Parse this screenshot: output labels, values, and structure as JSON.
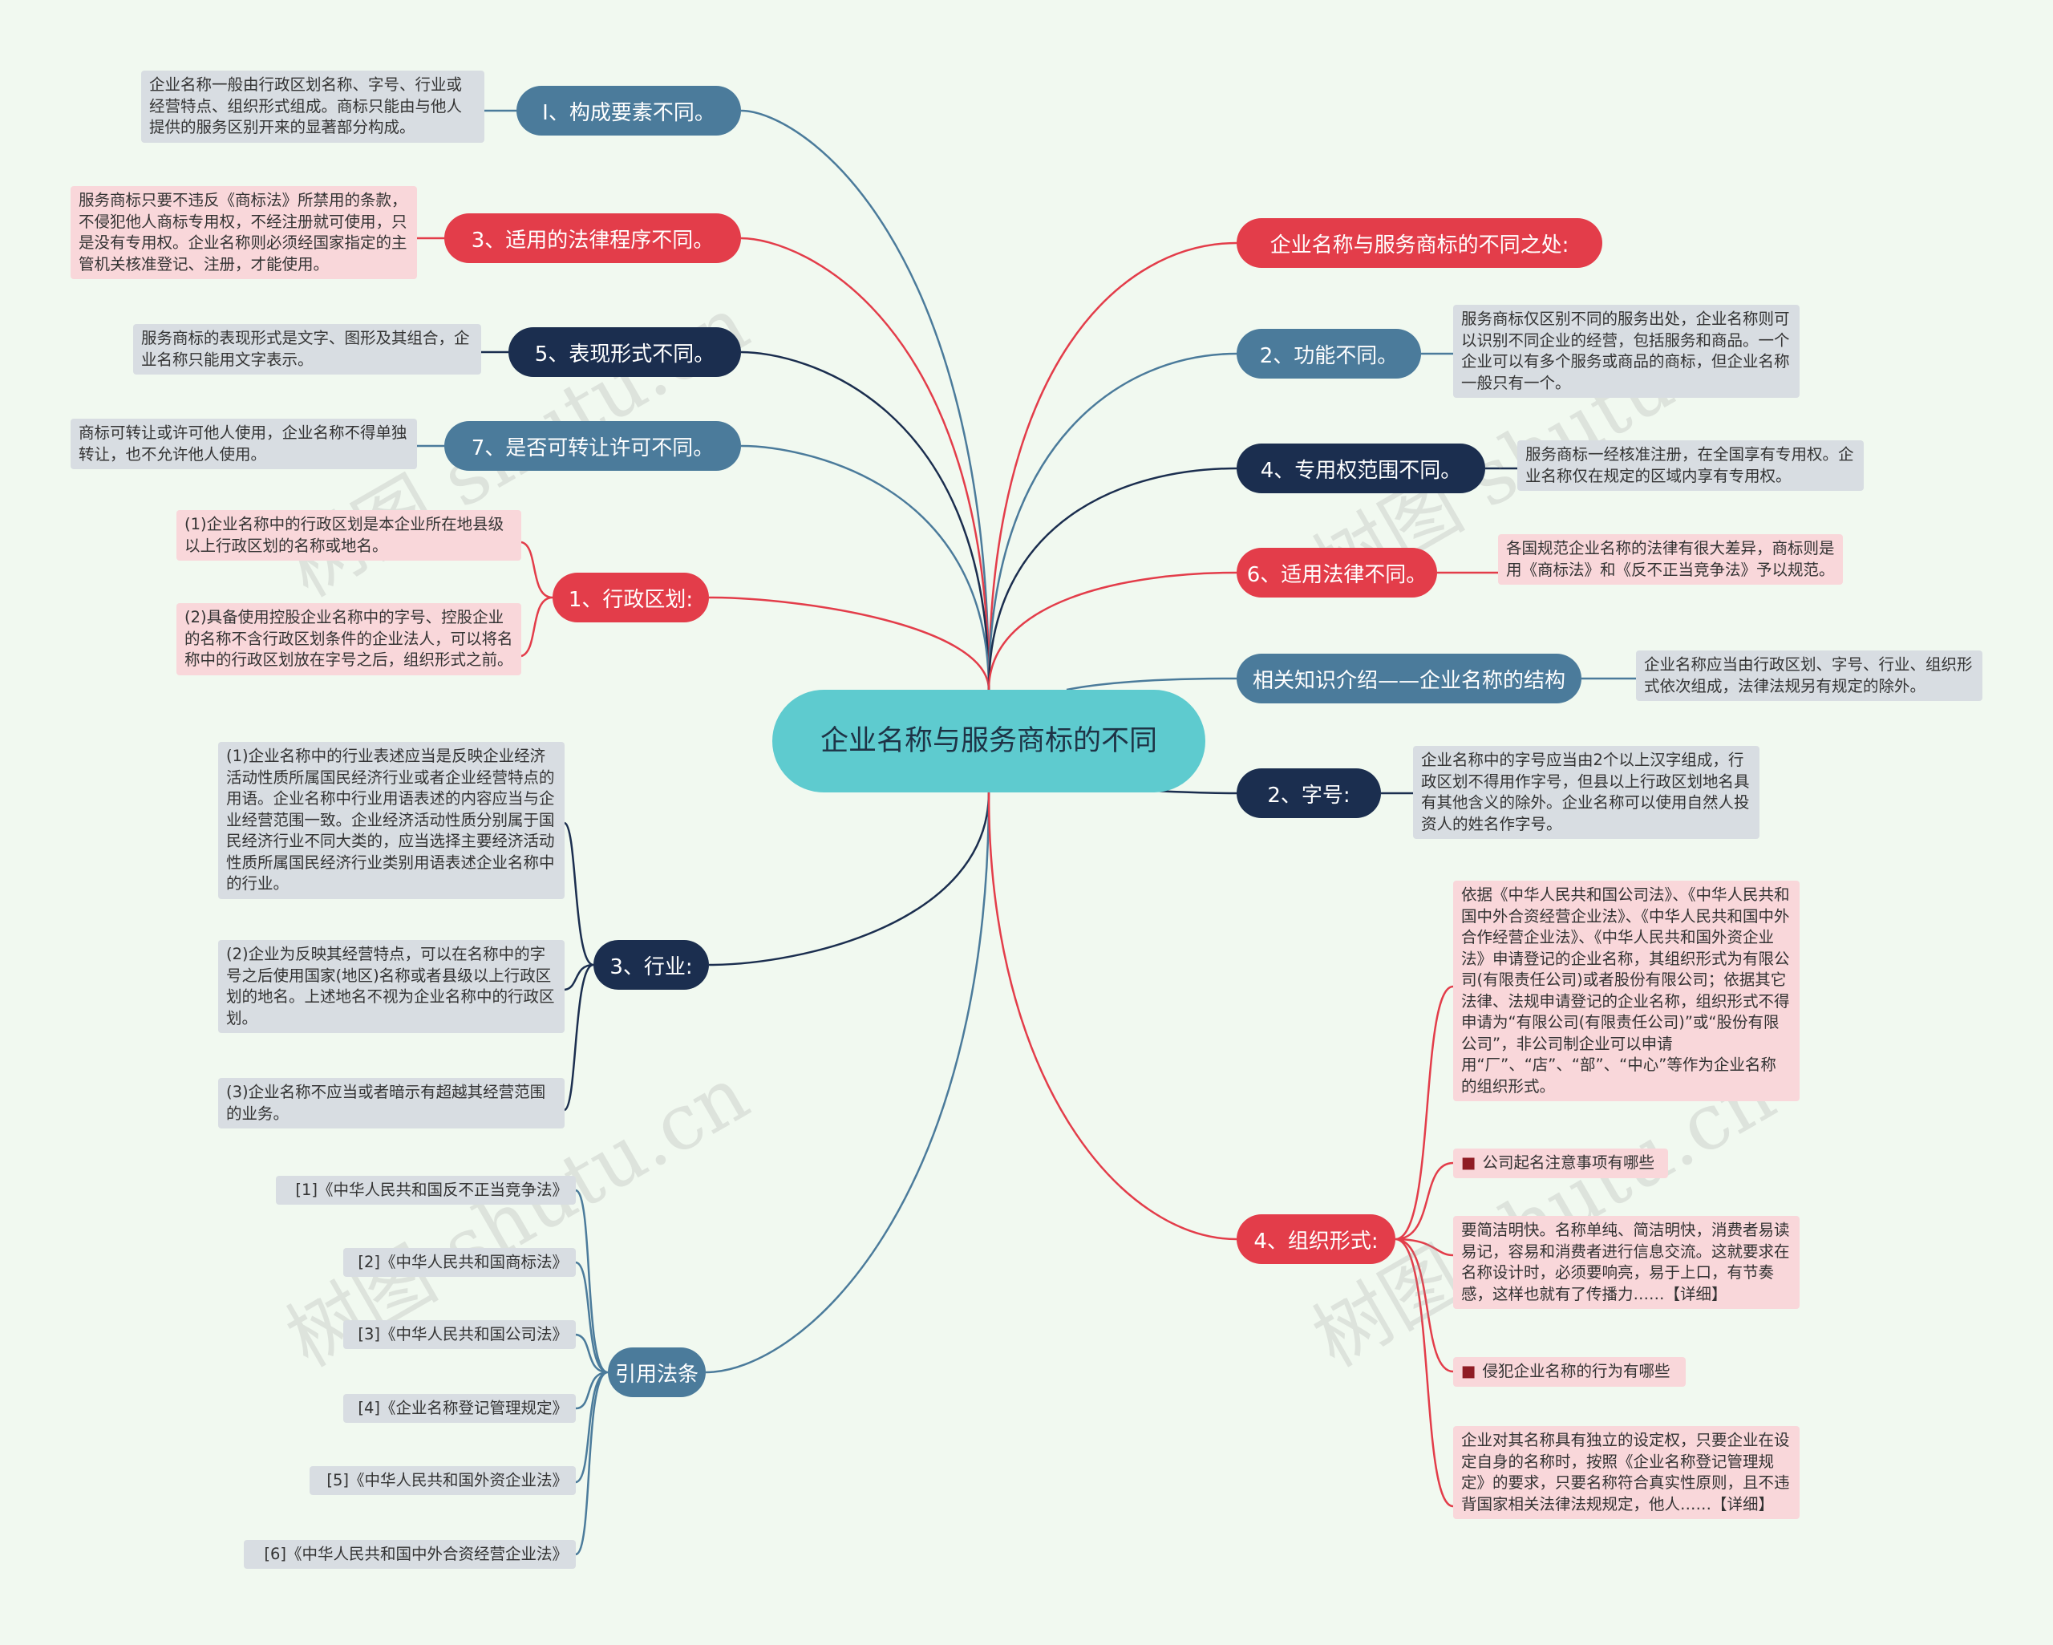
{
  "center": {
    "title": "企业名称与服务商标的不同"
  },
  "colors": {
    "blue": "#4b7b9b",
    "red": "#e33d4a",
    "navy": "#1b2e4f",
    "teal": "#5ecbcf",
    "leaf_gray": "#d8dde2",
    "leaf_pink": "#f9d7da"
  },
  "watermark": "树图 shutu.cn",
  "left": {
    "b1": {
      "label": "I、构成要素不同。",
      "text": "企业名称一般由行政区划名称、字号、行业或经营特点、组织形式组成。商标只能由与他人提供的服务区别开来的显著部分构成。"
    },
    "b3": {
      "label": "3、适用的法律程序不同。",
      "text": "服务商标只要不违反《商标法》所禁用的条款，不侵犯他人商标专用权，不经注册就可使用，只是没有专用权。企业名称则必须经国家指定的主管机关核准登记、注册，才能使用。"
    },
    "b5": {
      "label": "5、表现形式不同。",
      "text": "服务商标的表现形式是文字、图形及其组合，企业名称只能用文字表示。"
    },
    "b7": {
      "label": "7、是否可转让许可不同。",
      "text": "商标可转让或许可他人使用，企业名称不得单独转让，也不允许他人使用。"
    },
    "admin": {
      "label": "1、行政区划:",
      "items": [
        "(1)企业名称中的行政区划是本企业所在地县级以上行政区划的名称或地名。",
        "(2)具备使用控股企业名称中的字号、控股企业的名称不含行政区划条件的企业法人，可以将名称中的行政区划放在字号之后，组织形式之前。"
      ]
    },
    "industry": {
      "label": "3、行业:",
      "items": [
        "(1)企业名称中的行业表述应当是反映企业经济活动性质所属国民经济行业或者企业经营特点的用语。企业名称中行业用语表述的内容应当与企业经营范围一致。企业经济活动性质分别属于国民经济行业不同大类的，应当选择主要经济活动性质所属国民经济行业类别用语表述企业名称中的行业。",
        "(2)企业为反映其经营特点，可以在名称中的字号之后使用国家(地区)名称或者县级以上行政区划的地名。上述地名不视为企业名称中的行政区划。",
        "(3)企业名称不应当或者暗示有超越其经营范围的业务。"
      ]
    },
    "laws": {
      "label": "引用法条",
      "items": [
        "[1]《中华人民共和国反不正当竞争法》",
        "[2]《中华人民共和国商标法》",
        "[3]《中华人民共和国公司法》",
        "[4]《企业名称登记管理规定》",
        "[5]《中华人民共和国外资企业法》",
        "[6]《中华人民共和国中外合资经营企业法》"
      ]
    }
  },
  "right": {
    "title": {
      "label": "企业名称与服务商标的不同之处:"
    },
    "b2": {
      "label": "2、功能不同。",
      "text": "服务商标仅区别不同的服务出处，企业名称则可以识别不同企业的经营，包括服务和商品。一个企业可以有多个服务或商品的商标，但企业名称一般只有一个。"
    },
    "b4": {
      "label": "4、专用权范围不同。",
      "text": "服务商标一经核准注册，在全国享有专用权。企业名称仅在规定的区域内享有专用权。"
    },
    "b6": {
      "label": "6、适用法律不同。",
      "text": "各国规范企业名称的法律有很大差异，商标则是用《商标法》和《反不正当竞争法》予以规范。"
    },
    "structure": {
      "label": "相关知识介绍——企业名称的结构",
      "text": "企业名称应当由行政区划、字号、行业、组织形式依次组成，法律法规另有规定的除外。"
    },
    "zihao": {
      "label": "2、字号:",
      "text": "企业名称中的字号应当由2个以上汉字组成，行政区划不得用作字号，但县以上行政区划地名具有其他含义的除外。企业名称可以使用自然人投资人的姓名作字号。"
    },
    "org": {
      "label": "4、组织形式:",
      "text1": "依据《中华人民共和国公司法》、《中华人民共和国中外合资经营企业法》、《中华人民共和国中外合作经营企业法》、《中华人民共和国外资企业法》申请登记的企业名称，其组织形式为有限公司(有限责任公司)或者股份有限公司；依据其它法律、法规申请登记的企业名称，组织形式不得申请为“有限公司(有限责任公司)”或“股份有限公司”，非公司制企业可以申请用“厂”、“店”、“部”、“中心”等作为企业名称的组织形式。",
      "link1": "公司起名注意事项有哪些",
      "text2": "要简洁明快。名称单纯、简洁明快，消费者易读易记，容易和消费者进行信息交流。这就要求在名称设计时，必须要响亮，易于上口，有节奏感，这样也就有了传播力……【详细】",
      "link2": "侵犯企业名称的行为有哪些",
      "text3": "企业对其名称具有独立的设定权，只要企业在设定自身的名称时，按照《企业名称登记管理规定》的要求，只要名称符合真实性原则，且不违背国家相关法律法规规定，他人……【详细】"
    }
  }
}
